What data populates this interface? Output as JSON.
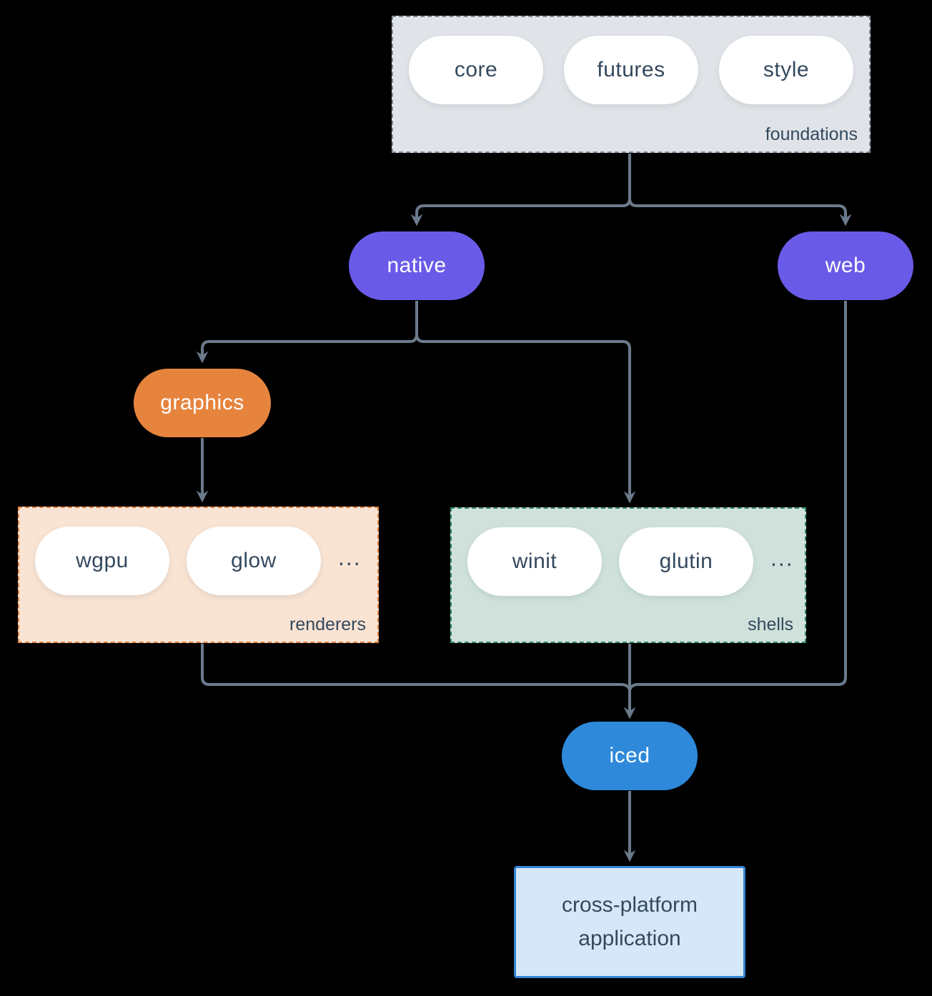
{
  "colors": {
    "bg": "#000000",
    "line": "#6B7B8C",
    "ink": "#34495E",
    "pill": "#FFFFFF",
    "purple": "#6A5AE8",
    "orange": "#E6843E",
    "blue": "#2E89DB",
    "gray-box": "#E0E4E8",
    "gray-border": "#7D8A97",
    "peach-box": "#F9E3D3",
    "peach-border": "#E0813B",
    "mint-box": "#CFE1DA",
    "mint-border": "#2E8673",
    "app-box": "#D6E7F8",
    "app-border": "#3584D4"
  },
  "foundations": {
    "label": "foundations",
    "items": [
      "core",
      "futures",
      "style"
    ]
  },
  "native": {
    "label": "native"
  },
  "web": {
    "label": "web"
  },
  "graphics": {
    "label": "graphics"
  },
  "renderers": {
    "label": "renderers",
    "items": [
      "wgpu",
      "glow"
    ],
    "more": "..."
  },
  "shells": {
    "label": "shells",
    "items": [
      "winit",
      "glutin"
    ],
    "more": "..."
  },
  "iced": {
    "label": "iced"
  },
  "application": {
    "label": "cross-platform application"
  }
}
